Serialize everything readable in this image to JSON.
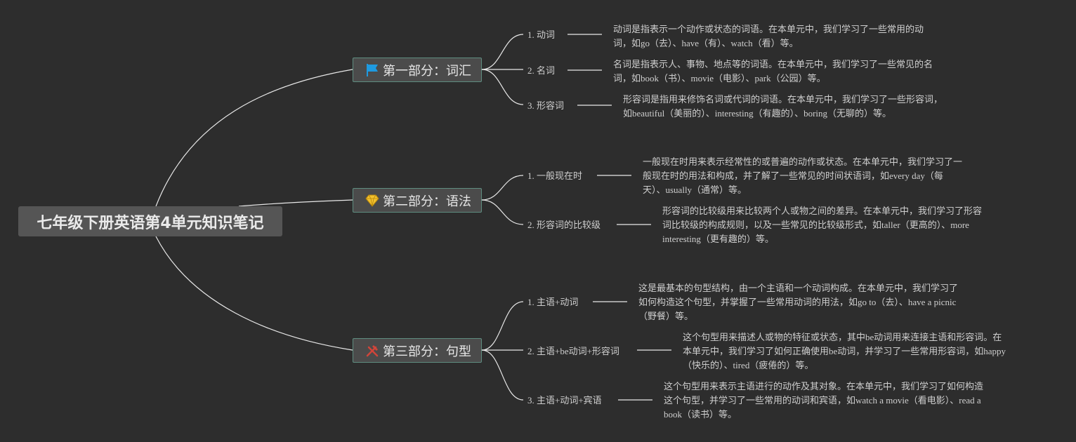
{
  "root": {
    "title": "七年级下册英语第4单元知识笔记"
  },
  "sections": [
    {
      "title": "第一部分：词汇",
      "icon": "flag-icon",
      "items": [
        {
          "label": "1. 动词",
          "desc": [
            "动词是指表示一个动作或状态的词语。在本单元中，我们学习了一些常用的动",
            "词，如go（去）、have（有）、watch（看）等。"
          ]
        },
        {
          "label": "2. 名词",
          "desc": [
            "名词是指表示人、事物、地点等的词语。在本单元中，我们学习了一些常见的名",
            "词，如book（书）、movie（电影）、park（公园）等。"
          ]
        },
        {
          "label": "3. 形容词",
          "desc": [
            "形容词是指用来修饰名词或代词的词语。在本单元中，我们学习了一些形容词，",
            "如beautiful（美丽的）、interesting（有趣的）、boring（无聊的）等。"
          ]
        }
      ]
    },
    {
      "title": "第二部分：语法",
      "icon": "diamond-icon",
      "items": [
        {
          "label": "1. 一般现在时",
          "desc": [
            "一般现在时用来表示经常性的或普遍的动作或状态。在本单元中，我们学习了一",
            "般现在时的用法和构成，并了解了一些常见的时间状语词，如every day（每",
            "天）、usually（通常）等。"
          ]
        },
        {
          "label": "2. 形容词的比较级",
          "desc": [
            "形容词的比较级用来比较两个人或物之间的差异。在本单元中，我们学习了形容",
            "词比较级的构成规则，以及一些常见的比较级形式，如taller（更高的）、more",
            "interesting（更有趣的）等。"
          ]
        }
      ]
    },
    {
      "title": "第三部分：句型",
      "icon": "tools-icon",
      "items": [
        {
          "label": "1. 主语+动词",
          "desc": [
            "这是最基本的句型结构，由一个主语和一个动词构成。在本单元中，我们学习了",
            "如何构造这个句型，并掌握了一些常用动词的用法，如go to（去）、have a picnic",
            "（野餐）等。"
          ]
        },
        {
          "label": "2. 主语+be动词+形容词",
          "desc": [
            "这个句型用来描述人或物的特征或状态，其中be动词用来连接主语和形容词。在",
            "本单元中，我们学习了如何正确使用be动词，并学习了一些常用形容词，如happy",
            "（快乐的）、tired（疲倦的）等。"
          ]
        },
        {
          "label": "3. 主语+动词+宾语",
          "desc": [
            "这个句型用来表示主语进行的动作及其对象。在本单元中，我们学习了如何构造",
            "这个句型，并学习了一些常用的动词和宾语，如watch a movie（看电影）、read a",
            "book（读书）等。"
          ]
        }
      ]
    }
  ],
  "colors": {
    "background": "#2d2d2d",
    "branch_border": "#5f8d80",
    "flag": "#1e9ae0",
    "diamond": "#f2c12e",
    "tools": "#d0453a"
  }
}
